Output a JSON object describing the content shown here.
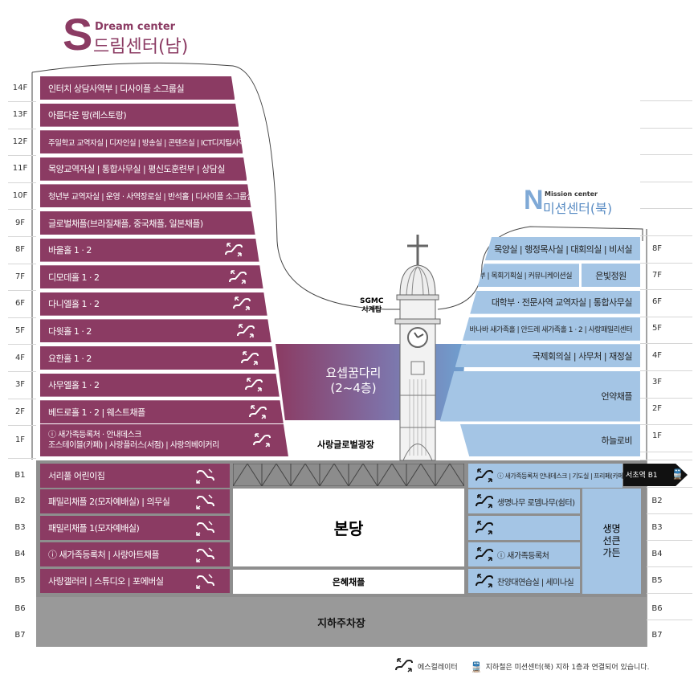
{
  "south": {
    "letter": "S",
    "english": "Dream center",
    "korean": "드림센터(남)",
    "color": "#8b3b63"
  },
  "north": {
    "letter": "N",
    "english": "Mission center",
    "korean": "미션센터(북)",
    "color": "#7fa9d6"
  },
  "left_floors": [
    {
      "floor": "14F",
      "text": "인터치 상담사역부 | 디사이플 소그룹실",
      "escalator": false
    },
    {
      "floor": "13F",
      "text": "아름다운 땅(레스토랑)",
      "escalator": false
    },
    {
      "floor": "12F",
      "text": "주일학교 교역자실 | 디자인실 | 방송실 | 콘텐츠실 | ICT디지털사역실",
      "escalator": false
    },
    {
      "floor": "11F",
      "text": "목양교역자실 | 통합사무실 | 평신도훈련부 | 상담실",
      "escalator": false
    },
    {
      "floor": "10F",
      "text": "청년부 교역자실 | 운영 · 사역장로실 | 반석홀 | 디사이플 소그룹실",
      "escalator": false
    },
    {
      "floor": "9F",
      "text": "글로벌채플(브라질채플, 중국채플, 일본채플)",
      "escalator": false
    },
    {
      "floor": "8F",
      "text": "바울홀 1 · 2",
      "escalator": true
    },
    {
      "floor": "7F",
      "text": "디모데홀 1 · 2",
      "escalator": true
    },
    {
      "floor": "6F",
      "text": "다니엘홀 1 · 2",
      "escalator": true
    },
    {
      "floor": "5F",
      "text": "다윗홀 1 · 2",
      "escalator": true
    },
    {
      "floor": "4F",
      "text": "요한홀 1 · 2",
      "escalator": true
    },
    {
      "floor": "3F",
      "text": "사무엘홀 1 · 2",
      "escalator": true
    },
    {
      "floor": "2F",
      "text": "베드로홀 1 · 2 | 웨스트채플",
      "escalator": true
    },
    {
      "floor": "1F",
      "text": "ⓘ 새가족등록처 · 안내데스크",
      "text2": "조스테이블(카페) | 사랑플러스(서점) | 사랑의베이커리",
      "escalator": true
    }
  ],
  "left_basement": [
    {
      "floor": "B1",
      "text": "서리풀 어린이집"
    },
    {
      "floor": "B2",
      "text": "패밀리채플 2(모자예배실) | 의무실"
    },
    {
      "floor": "B3",
      "text": "패밀리채플 1(모자예배실)"
    },
    {
      "floor": "B4",
      "text": "ⓘ 새가족등록처 | 사랑아트채플"
    },
    {
      "floor": "B5",
      "text": "사랑갤러리 | 스튜디오 | 포에버실"
    }
  ],
  "bottom_floors": [
    "B6",
    "B7"
  ],
  "right_floors": [
    {
      "floor": "8F",
      "text": "목양실 | 행정목사실 | 대회의실 | 비서실"
    },
    {
      "floor": "7F",
      "text": "글로벌선교부 | 목회기획실 | 커뮤니케이션실",
      "text_extra": "은빛정원"
    },
    {
      "floor": "6F",
      "text": "대학부 · 전문사역 교역자실 | 통합사무실"
    },
    {
      "floor": "5F",
      "text": "바나바 새가족홀 | 안드레 새가족홀 1 · 2 | 사랑패밀리센터"
    },
    {
      "floor": "4F",
      "text": "국제회의실 | 사무처 | 재정실"
    },
    {
      "floor": "3F",
      "text": "언약채플"
    },
    {
      "floor": "2F",
      "text": ""
    },
    {
      "floor": "1F",
      "text": "하늘로비"
    }
  ],
  "right_basement": [
    {
      "floor": "B1",
      "text": "ⓘ 새가족등록처 안내데스크 | 기도실 | 프리페(카페)"
    },
    {
      "floor": "B2",
      "text": "생명나무 로뎀나무(쉼터)"
    },
    {
      "floor": "B3",
      "text": ""
    },
    {
      "floor": "B4",
      "text": "ⓘ 새가족등록처"
    },
    {
      "floor": "B5",
      "text": "찬양대연습실 | 세미나실"
    }
  ],
  "center": {
    "tower_label_1": "SGMC",
    "tower_label_2": "시계탑",
    "bridge_1": "요셉꿈다리",
    "bridge_2": "(2~4층)",
    "plaza": "사랑글로벌광장",
    "main_hall": "본당",
    "grace_chapel": "은혜채플",
    "garden": "생명\n선큰\n가든",
    "parking": "지하주차장"
  },
  "subway": {
    "label": "서초역 B1"
  },
  "legend": {
    "escalator": "에스컬레이터",
    "subway_note": "지하철은 미션센터(북) 지하 1층과 연결되어 있습니다."
  }
}
